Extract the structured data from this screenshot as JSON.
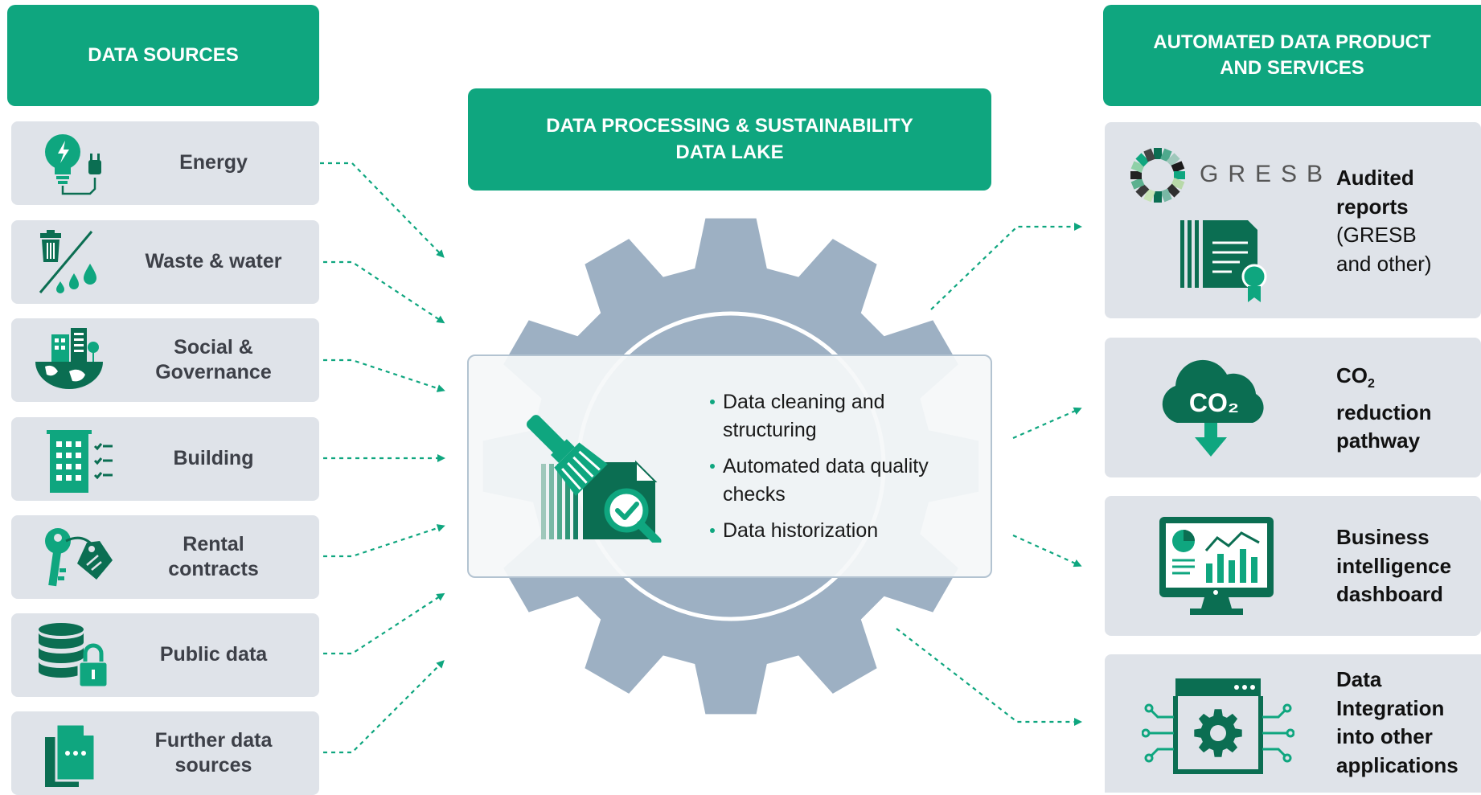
{
  "headers": {
    "sources": "DATA SOURCES",
    "processing_line1": "DATA PROCESSING & SUSTAINABILITY",
    "processing_line2": "DATA LAKE",
    "outputs_line1": "AUTOMATED DATA PRODUCT",
    "outputs_line2": "AND SERVICES"
  },
  "sources": [
    {
      "label": "Energy",
      "icon": "lightbulb-plug-icon"
    },
    {
      "label": "Waste & water",
      "icon": "trash-water-drops-icon"
    },
    {
      "label": "Social & Governance",
      "icon": "globe-buildings-icon"
    },
    {
      "label": "Building",
      "icon": "building-checklist-icon"
    },
    {
      "label": "Rental contracts",
      "icon": "keys-tag-icon"
    },
    {
      "label": "Public data",
      "icon": "database-lock-icon"
    },
    {
      "label": "Further data sources",
      "icon": "documents-icon"
    }
  ],
  "processing": {
    "bullets": [
      "Data cleaning and structuring",
      "Automated data quality checks",
      "Data historization"
    ],
    "icon": "brush-document-magnifier-icon"
  },
  "outputs": {
    "gresb_logo_text": "GRESB",
    "audited": {
      "title_line1": "Audited",
      "title_line2": "reports",
      "sub_line1": "(GRESB",
      "sub_line2": "and other)"
    },
    "co2": {
      "cloud_text": "CO₂",
      "title_line1": "CO",
      "subscript": "2",
      "title_line2": "reduction",
      "title_line3": "pathway"
    },
    "bi": {
      "line1": "Business",
      "line2": "intelligence",
      "line3": "dashboard"
    },
    "integration": {
      "line1": "Data",
      "line2": "Integration",
      "line3": "into other",
      "line4": "applications"
    }
  },
  "colors": {
    "brand_green": "#0fa67f",
    "icon_dark_green": "#0b6e52",
    "card_grey": "#dfe3e9",
    "gear_blue_grey": "#9db0c3"
  }
}
